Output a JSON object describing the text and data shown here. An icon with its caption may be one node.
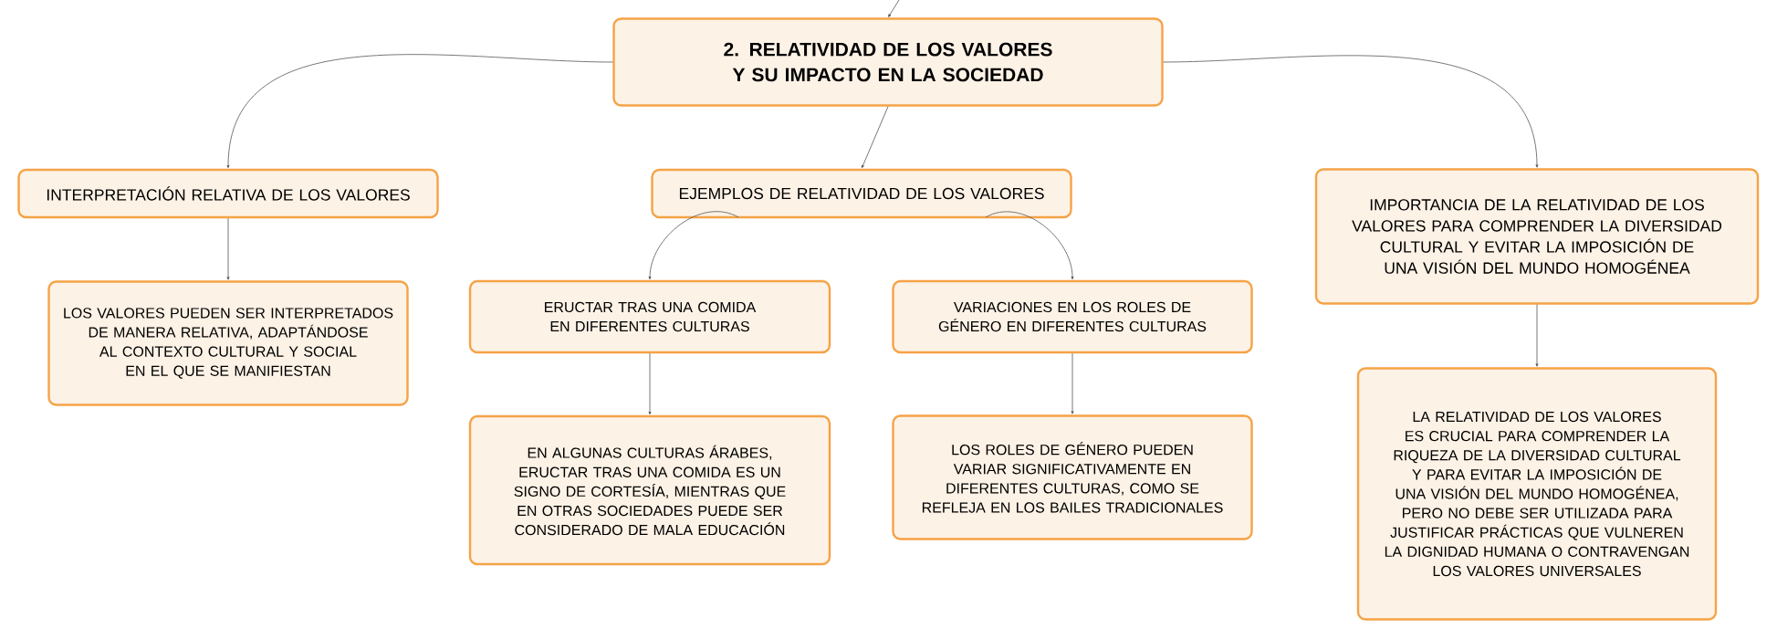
{
  "diagram": {
    "nodes": [
      {
        "text": [
          "2. RELATIVIDAD DE LOS VALORES Y SU IMPACTO EN LA SOCIEDAD"
        ]
      },
      {
        "text": [
          "INTERPRETACIÓN RELATIVA DE LOS VALORES"
        ]
      },
      {
        "text": [
          "LOS VALORES PUEDEN SER INTERPRETADOS DE MANERA RELATIVA, ADAPTÁNDOSE AL CONTEXTO CULTURAL Y SOCIAL EN EL QUE SE MANIFIESTAN"
        ]
      },
      {
        "text": [
          "EJEMPLOS DE RELATIVIDAD DE LOS VALORES"
        ]
      },
      {
        "text": [
          "ERUCTAR TRAS UNA COMIDA EN DIFERENTES CULTURAS"
        ]
      },
      {
        "text": [
          "EN ALGUNAS CULTURAS ÁRABES, ERUCTAR TRAS UNA COMIDA ES UN SIGNO DE CORTESÍA, MIENTRAS QUE EN OTRAS SOCIEDADES PUEDE SER CONSIDERADO DE MALA EDUCACIÓN"
        ]
      },
      {
        "text": [
          "VARIACIONES EN LOS ROLES DE GÉNERO EN DIFERENTES CULTURAS"
        ]
      },
      {
        "text": [
          "LOS ROLES DE GÉNERO PUEDEN VARIAR SIGNIFICATIVAMENTE EN DIFERENTES CULTURAS, COMO SE REFLEJA EN LOS BAILES TRADICIONALES"
        ]
      },
      {
        "text": [
          "IMPORTANCIA DE LA RELATIVIDAD DE LOS VALORES PARA COMPRENDER LA DIVERSIDAD CULTURAL Y EVITAR LA IMPOSICIÓN DE UNA VISIÓN DEL MUNDO HOMOGÉNEA"
        ]
      },
      {
        "text": [
          "LA RELATIVIDAD DE LOS VALORES ES CRUCIAL PARA COMPRENDER LA RIQUEZA DE LA DIVERSIDAD CULTURAL Y PARA EVITAR LA IMPOSICIÓN DE UNA VISIÓN DEL MUNDO HOMOGÉNEA, PERO NO DEBE SER UTILIZADA PARA JUSTIFICAR PRÁCTICAS QUE VULNEREN LA DIGNIDAD HUMANA O CONTRAVENGAN LOS VALORES UNIVERSALES"
        ]
      }
    ],
    "edges": [
      {
        "from": null,
        "to": 0,
        "arrow": "to"
      },
      {
        "from": 0,
        "to": 1,
        "arrow": "to"
      },
      {
        "from": 1,
        "to": 2,
        "arrow": "to"
      },
      {
        "from": 0,
        "to": 3,
        "arrow": "to"
      },
      {
        "from": 3,
        "to": 4,
        "arrow": "to"
      },
      {
        "from": 4,
        "to": 5,
        "arrow": "to"
      },
      {
        "from": 3,
        "to": 6,
        "arrow": "to"
      },
      {
        "from": 6,
        "to": 7,
        "arrow": "to"
      },
      {
        "from": 0,
        "to": 8,
        "arrow": "to"
      },
      {
        "from": 8,
        "to": 9,
        "arrow": "to"
      }
    ]
  }
}
